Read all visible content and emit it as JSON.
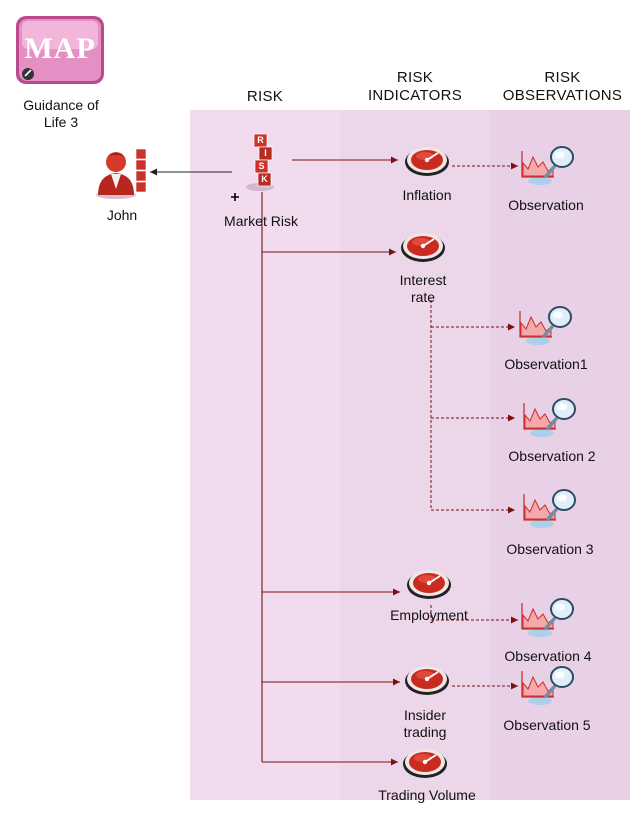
{
  "map_icon": {
    "text": "MAP",
    "caption_line1": "Guidance of",
    "caption_line2": "Life 3"
  },
  "headers": {
    "risk": "RISK",
    "indicators_line1": "RISK",
    "indicators_line2": "INDICATORS",
    "observations_line1": "RISK",
    "observations_line2": "OBSERVATIONS"
  },
  "person": {
    "label": "John"
  },
  "risk": {
    "label": "Market Risk",
    "block_letters": [
      "R",
      "I",
      "S",
      "K"
    ]
  },
  "indicators": [
    {
      "line1": "Inflation",
      "line2": ""
    },
    {
      "line1": "Interest",
      "line2": "rate"
    },
    {
      "line1": "Employment",
      "line2": ""
    },
    {
      "line1": "Insider",
      "line2": "trading"
    },
    {
      "line1": "Trading Volume",
      "line2": ""
    }
  ],
  "observations": [
    "Observation",
    "Observation1",
    "Observation 2",
    "Observation 3",
    "Observation 4",
    "Observation 5"
  ],
  "colors": {
    "connector": "#7a1010",
    "lane_risk": "#f0dcee",
    "lane_indicators": "#ecd7ea",
    "lane_observations": "#e8d1e6",
    "map_icon": "#d66aa8"
  }
}
